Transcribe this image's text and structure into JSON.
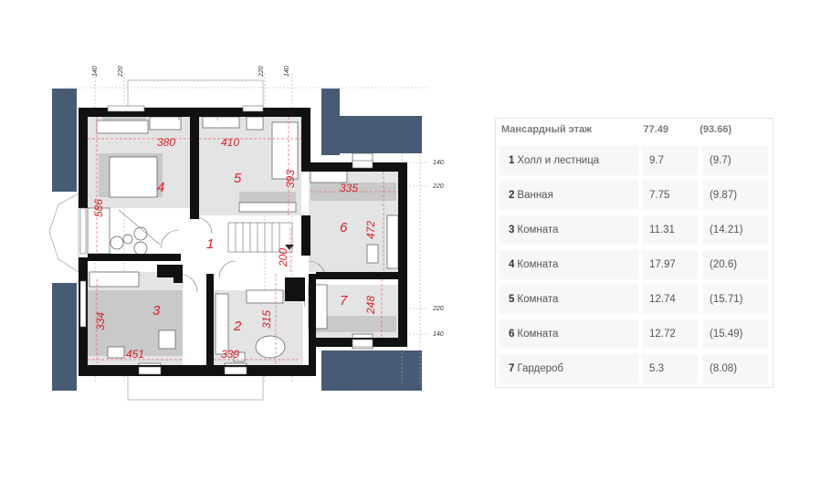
{
  "plan": {
    "dims_top": [
      "140",
      "220",
      "220",
      "140"
    ],
    "dims_right": [
      "140",
      "220",
      "220",
      "140"
    ],
    "dims_rooms": [
      "380",
      "410",
      "393",
      "586",
      "335",
      "472",
      "200",
      "334",
      "315",
      "248",
      "451",
      "339"
    ],
    "room_numbers": [
      "1",
      "2",
      "3",
      "4",
      "5",
      "6",
      "7"
    ]
  },
  "table": {
    "title": "Мансардный этаж",
    "total_a": "77.49",
    "total_b": "(93.66)",
    "rows": [
      {
        "num": "1",
        "name": "Холл и лестница",
        "a": "9.7",
        "b": "(9.7)"
      },
      {
        "num": "2",
        "name": "Ванная",
        "a": "7.75",
        "b": "(9.87)"
      },
      {
        "num": "3",
        "name": "Комната",
        "a": "11.31",
        "b": "(14.21)"
      },
      {
        "num": "4",
        "name": "Комната",
        "a": "17.97",
        "b": "(20.6)"
      },
      {
        "num": "5",
        "name": "Комната",
        "a": "12.74",
        "b": "(15.71)"
      },
      {
        "num": "6",
        "name": "Комната",
        "a": "12.72",
        "b": "(15.49)"
      },
      {
        "num": "7",
        "name": "Гардероб",
        "a": "5.3",
        "b": "(8.08)"
      }
    ]
  }
}
